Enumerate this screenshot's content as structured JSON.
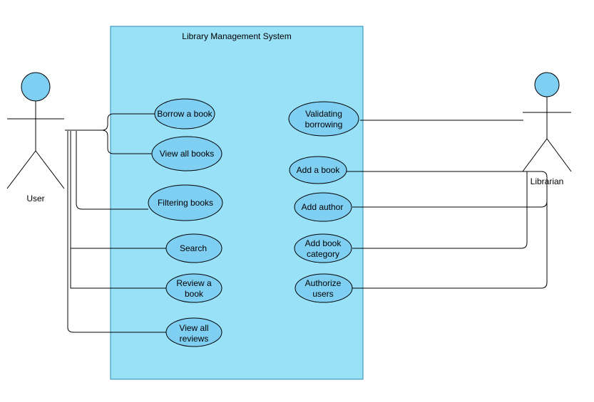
{
  "system": {
    "title": "Library Management System",
    "fill": "#99e1f7",
    "stroke": "#2b8ab0"
  },
  "colors": {
    "usecase_fill": "#7fcff3",
    "actor_head": "#7fcff3",
    "line": "#000000"
  },
  "actors": [
    {
      "id": "user",
      "name": "User"
    },
    {
      "id": "librarian",
      "name": "Librarian"
    }
  ],
  "use_cases": [
    {
      "id": "borrow",
      "lines": [
        "Borrow a book"
      ]
    },
    {
      "id": "view-books",
      "lines": [
        "View all books"
      ]
    },
    {
      "id": "filter",
      "lines": [
        "Filtering books"
      ]
    },
    {
      "id": "search",
      "lines": [
        "Search"
      ]
    },
    {
      "id": "review",
      "lines": [
        "Review a",
        "book"
      ]
    },
    {
      "id": "view-reviews",
      "lines": [
        "View all",
        "reviews"
      ]
    },
    {
      "id": "validate",
      "lines": [
        "Validating",
        "borrowing"
      ]
    },
    {
      "id": "add-book",
      "lines": [
        "Add a book"
      ]
    },
    {
      "id": "add-author",
      "lines": [
        "Add author"
      ]
    },
    {
      "id": "add-category",
      "lines": [
        "Add book",
        "category"
      ]
    },
    {
      "id": "authorize",
      "lines": [
        "Authorize",
        "users"
      ]
    }
  ],
  "associations": [
    {
      "actor": "user",
      "use_case": "borrow"
    },
    {
      "actor": "user",
      "use_case": "view-books"
    },
    {
      "actor": "user",
      "use_case": "filter"
    },
    {
      "actor": "user",
      "use_case": "search"
    },
    {
      "actor": "user",
      "use_case": "review"
    },
    {
      "actor": "user",
      "use_case": "view-reviews"
    },
    {
      "actor": "librarian",
      "use_case": "validate"
    },
    {
      "actor": "librarian",
      "use_case": "add-book"
    },
    {
      "actor": "librarian",
      "use_case": "add-author"
    },
    {
      "actor": "librarian",
      "use_case": "add-category"
    },
    {
      "actor": "librarian",
      "use_case": "authorize"
    }
  ]
}
